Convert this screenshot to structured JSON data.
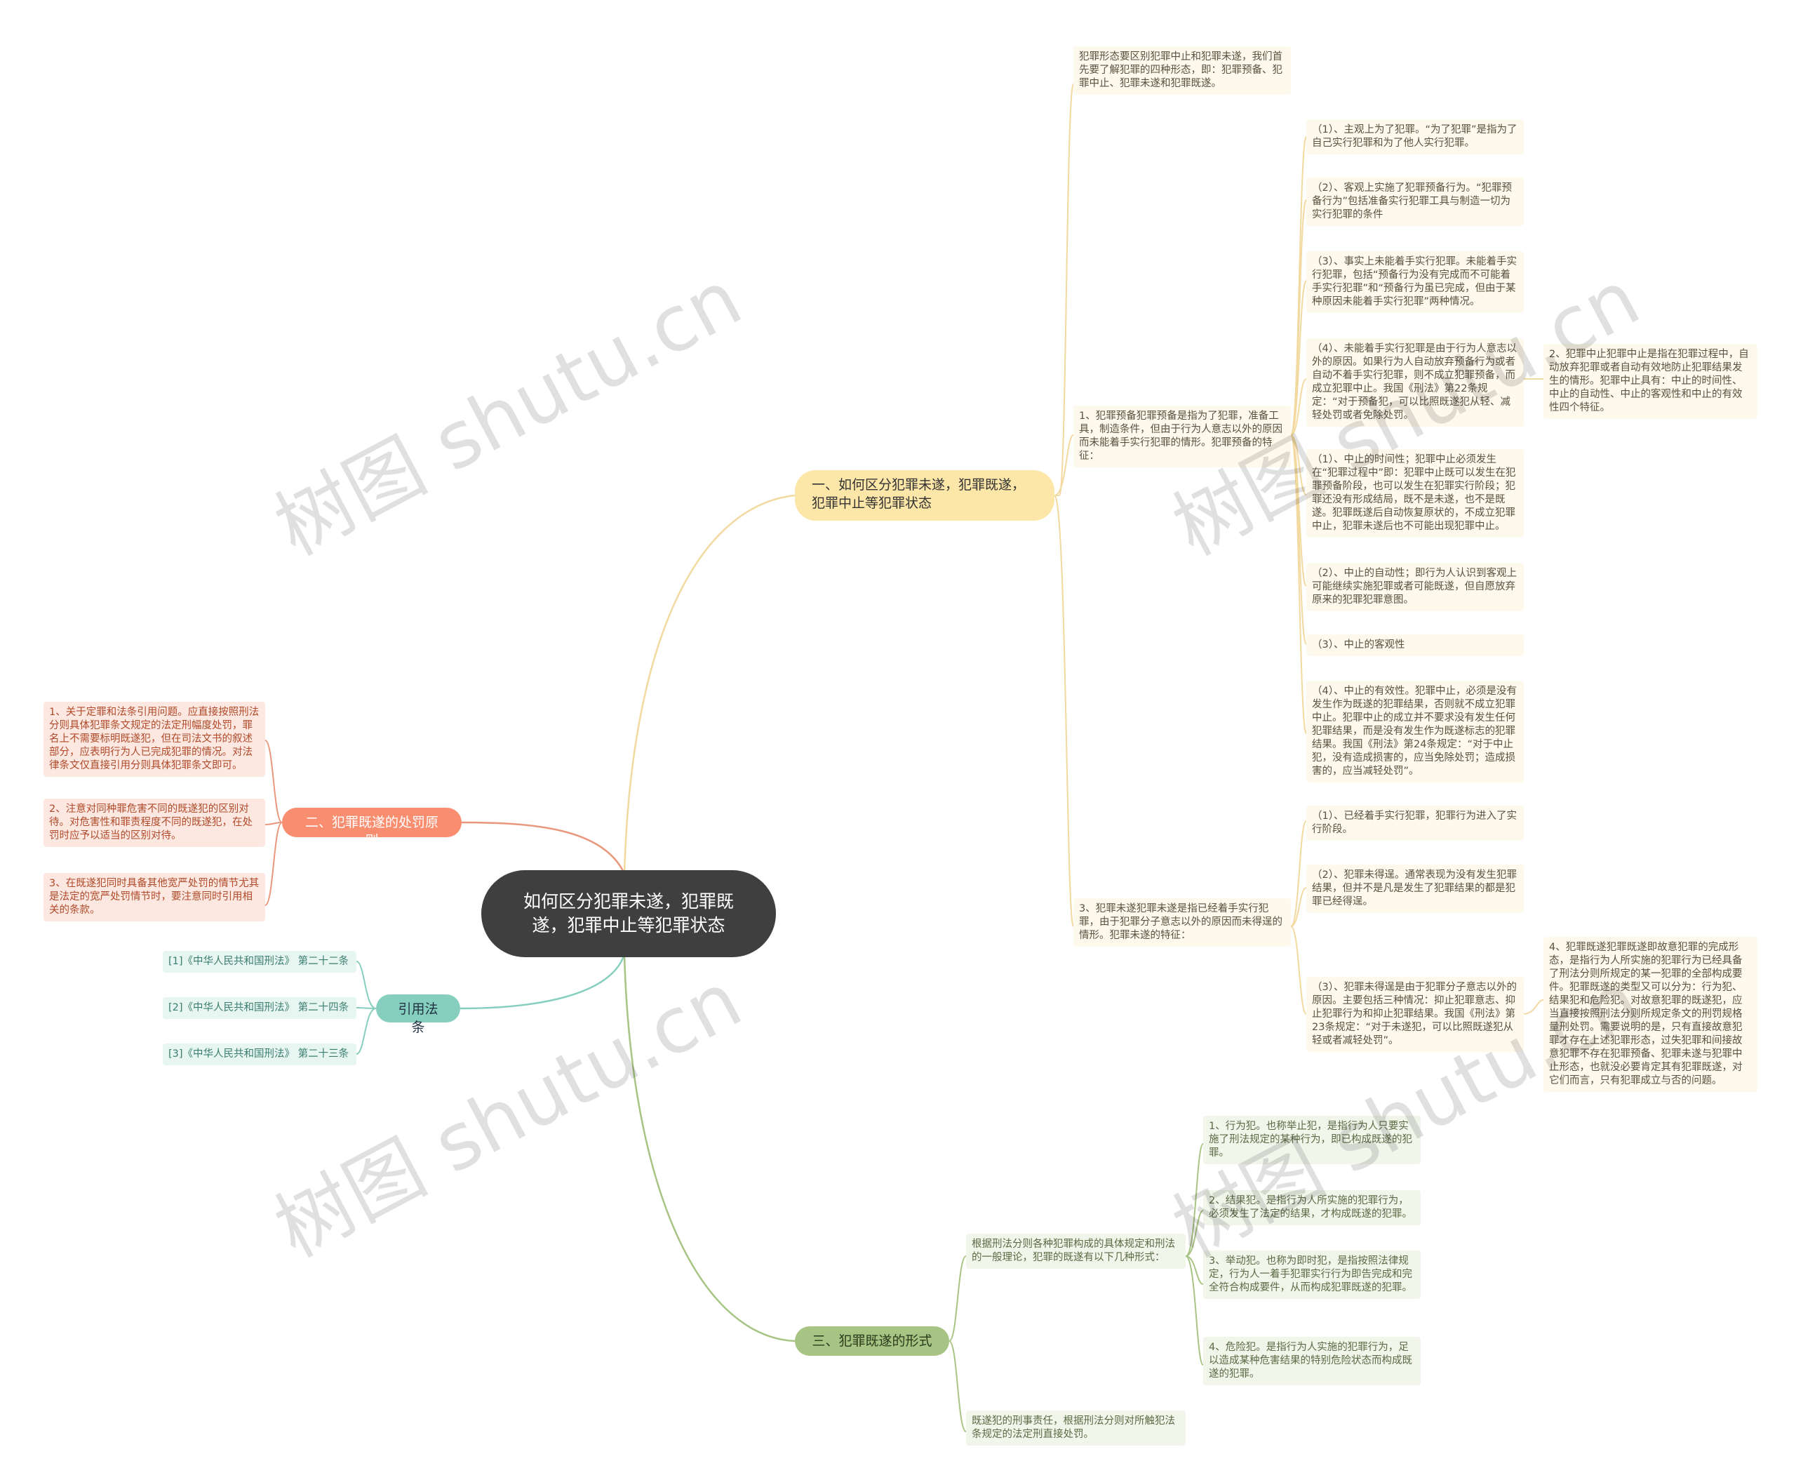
{
  "root": {
    "title": "如何区分犯罪未遂，犯罪既遂，犯罪中止等犯罪状态"
  },
  "branches": {
    "b1": "一、如何区分犯罪未遂，犯罪既遂，犯罪中止等犯罪状态",
    "b2": "二、犯罪既遂的处罚原则",
    "b3": "引用法条",
    "b4": "三、犯罪既遂的形式"
  },
  "b1": {
    "intro": "犯罪形态要区别犯罪中止和犯罪未遂，我们首先要了解犯罪的四种形态，即：犯罪预备、犯罪中止、犯罪未遂和犯罪既遂。",
    "prep": "1、犯罪预备犯罪预备是指为了犯罪，准备工具，制造条件，但由于行为人意志以外的原因而未能着手实行犯罪的情形。犯罪预备的特征：",
    "prep_items": [
      "（1）、主观上为了犯罪。“为了犯罪”是指为了自己实行犯罪和为了他人实行犯罪。",
      "（2）、客观上实施了犯罪预备行为。“犯罪预备行为”包括准备实行犯罪工具与制造一切为实行犯罪的条件",
      "（3）、事实上未能着手实行犯罪。未能着手实行犯罪，包括“预备行为没有完成而不可能着手实行犯罪”和“预备行为虽已完成，但由于某种原因未能着手实行犯罪”两种情况。",
      "（4）、未能着手实行犯罪是由于行为人意志以外的原因。如果行为人自动放弃预备行为或者自动不着手实行犯罪，则不成立犯罪预备，而成立犯罪中止。我国《刑法》第22条规定：“对于预备犯，可以比照既遂犯从轻、减轻处罚或者免除处罚。",
      "（1）、中止的时间性；犯罪中止必须发生在“犯罪过程中”即：犯罪中止既可以发生在犯罪预备阶段，也可以发生在犯罪实行阶段；犯罪还没有形成结局，既不是未遂，也不是既遂。犯罪既遂后自动恢复原状的，不成立犯罪中止，犯罪未遂后也不可能出现犯罪中止。",
      "（2）、中止的自动性；即行为人认识到客观上可能继续实施犯罪或者可能既遂，但自愿放弃原来的犯罪犯罪意图。",
      "（3）、中止的客观性",
      "（4）、中止的有效性。犯罪中止，必须是没有发生作为既遂的犯罪结果，否则就不成立犯罪中止。犯罪中止的成立并不要求没有发生任何犯罪结果，而是没有发生作为既遂标志的犯罪结果。我国《刑法》第24条规定：“对于中止犯，没有造成损害的，应当免除处罚；造成损害的，应当减轻处罚”。"
    ],
    "stop": "2、犯罪中止犯罪中止是指在犯罪过程中，自动放弃犯罪或者自动有效地防止犯罪结果发生的情形。犯罪中止具有：中止的时间性、中止的自动性、中止的客观性和中止的有效性四个特征。",
    "attempt": "3、犯罪未遂犯罪未遂是指已经着手实行犯罪，由于犯罪分子意志以外的原因而未得逞的情形。犯罪未遂的特征：",
    "attempt_items": [
      "（1）、已经着手实行犯罪，犯罪行为进入了实行阶段。",
      "（2）、犯罪未得逞。通常表现为没有发生犯罪结果，但并不是凡是发生了犯罪结果的都是犯罪已经得逞。",
      "（3）、犯罪未得逞是由于犯罪分子意志以外的原因。主要包括三种情况：抑止犯罪意志、抑止犯罪行为和抑止犯罪结果。我国《刑法》第23条规定：“对于未遂犯，可以比照既遂犯从轻或者减轻处罚”。"
    ],
    "accomplished": "4、犯罪既遂犯罪既遂即故意犯罪的完成形态，是指行为人所实施的犯罪行为已经具备了刑法分则所规定的某一犯罪的全部构成要件。犯罪既遂的类型又可以分为：行为犯、结果犯和危险犯。对故意犯罪的既遂犯，应当直接按照刑法分则所规定条文的刑罚规格量刑处罚。需要说明的是，只有直接故意犯罪才存在上述犯罪形态，过失犯罪和间接故意犯罪不存在犯罪预备、犯罪未遂与犯罪中止形态，也就没必要肯定其有犯罪既遂，对它们而言，只有犯罪成立与否的问题。"
  },
  "b2": {
    "items": [
      "1、关于定罪和法条引用问题。应直接按照刑法分则具体犯罪条文规定的法定刑幅度处罚，罪名上不需要标明既遂犯，但在司法文书的叙述部分，应表明行为人已完成犯罪的情况。对法律条文仅直接引用分则具体犯罪条文即可。",
      "2、注意对同种罪危害不同的既遂犯的区别对待。对危害性和罪责程度不同的既遂犯，在处罚时应予以适当的区别对待。",
      "3、在既遂犯同时具备其他宽严处罚的情节尤其是法定的宽严处罚情节时，要注意同时引用相关的条款。"
    ]
  },
  "b3": {
    "items": [
      "[1]《中华人民共和国刑法》 第二十二条",
      "[2]《中华人民共和国刑法》 第二十四条",
      "[3]《中华人民共和国刑法》 第二十三条"
    ]
  },
  "b4": {
    "intro": "根据刑法分则各种犯罪构成的具体规定和刑法的一般理论，犯罪的既遂有以下几种形式：",
    "items": [
      "1、行为犯。也称举止犯，是指行为人只要实施了刑法规定的某种行为，即已构成既遂的犯罪。",
      "2、结果犯。是指行为人所实施的犯罪行为，必须发生了法定的结果，才构成既遂的犯罪。",
      "3、举动犯。也称为即时犯，是指按照法律规定，行为人一着手犯罪实行行为即告完成和完全符合构成要件，从而构成犯罪既遂的犯罪。",
      "4、危险犯。是指行为人实施的犯罪行为，足以造成某种危害结果的特别危险状态而构成既遂的犯罪。"
    ],
    "liability": "既遂犯的刑事责任，根据刑法分则对所触犯法条规定的法定刑直接处罚。"
  },
  "watermark": [
    "树图 shutu.cn",
    "树图 shutu.cn",
    "树图 shutu.cn",
    "树图 shutu.cn"
  ],
  "colors": {
    "root": "#3f3f3f",
    "b1": "#fce6a8",
    "b2": "#f98d6f",
    "b3": "#86cfbf",
    "b4": "#a8c484"
  }
}
